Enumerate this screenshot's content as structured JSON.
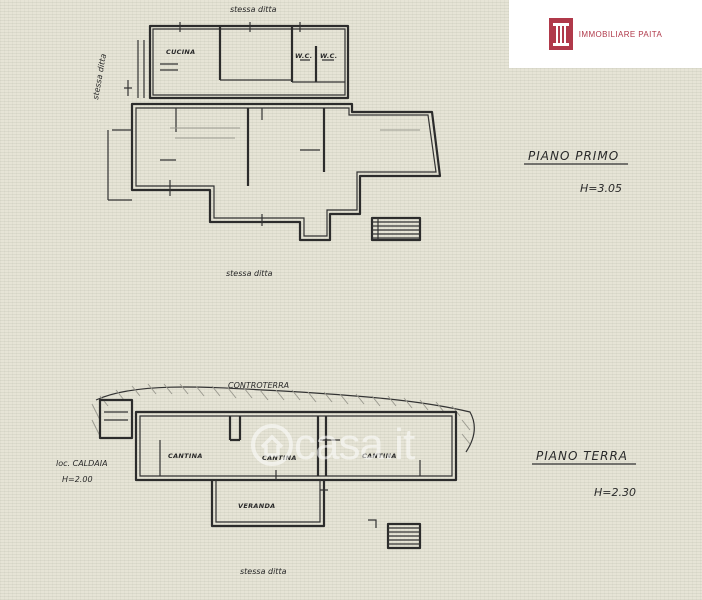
{
  "brand": {
    "logo_text": "IMMOBILIARE PAITA",
    "logo_color": "#b0394a",
    "watermark_text": "casa.it"
  },
  "upper_plan": {
    "top_label": "stessa ditta",
    "left_label": "stessa ditta",
    "bottom_label": "stessa ditta",
    "rooms": {
      "kitchen": "CUCINA",
      "wc1": "W.C.",
      "wc2": "W.C."
    },
    "title": "PIANO PRIMO",
    "height": "H=3.05"
  },
  "lower_plan": {
    "top_label": "CONTROTERRA",
    "boiler_label": "loc. CALDAIA",
    "boiler_height": "H=2.00",
    "rooms": {
      "cellar1": "CANTINA",
      "cellar2": "CANTINA",
      "cellar3": "CANTINA",
      "veranda": "VERANDA"
    },
    "bottom_label": "stessa ditta",
    "title": "PIANO TERRA",
    "height": "H=2.30"
  }
}
